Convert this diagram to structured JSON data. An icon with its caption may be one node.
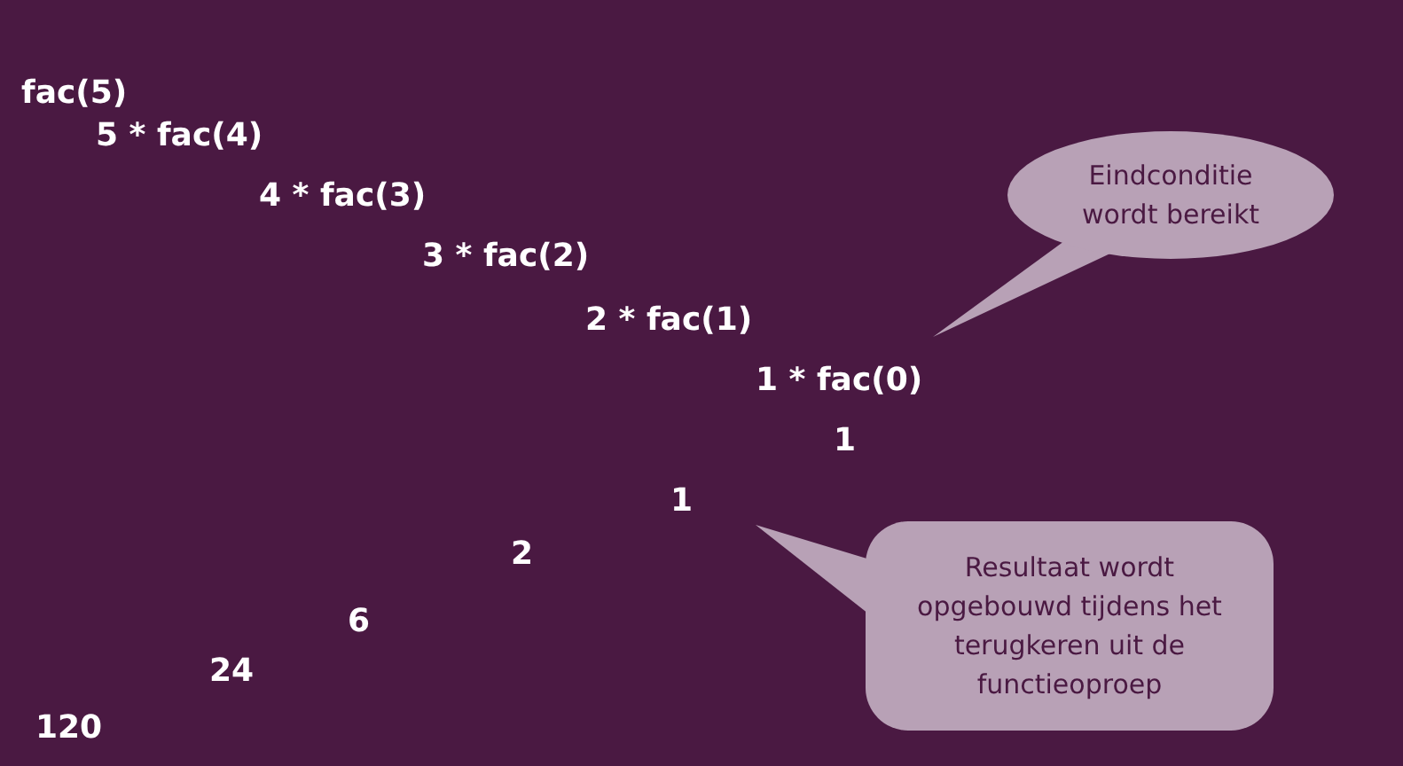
{
  "diagram": {
    "nodes": [
      {
        "text": [
          "Eindconditie wordt bereikt"
        ]
      },
      {
        "text": [
          "Resultaat wordt opgebouwd tijdens het terugkeren uit de functieoproep"
        ]
      }
    ],
    "labels": [
      "fac(5)",
      "5 * fac(4)",
      "4 * fac(3)",
      "3 * fac(2)",
      "2 * fac(1)",
      "1 * fac(0)",
      "1",
      "1",
      "2",
      "6",
      "24",
      "120"
    ]
  }
}
